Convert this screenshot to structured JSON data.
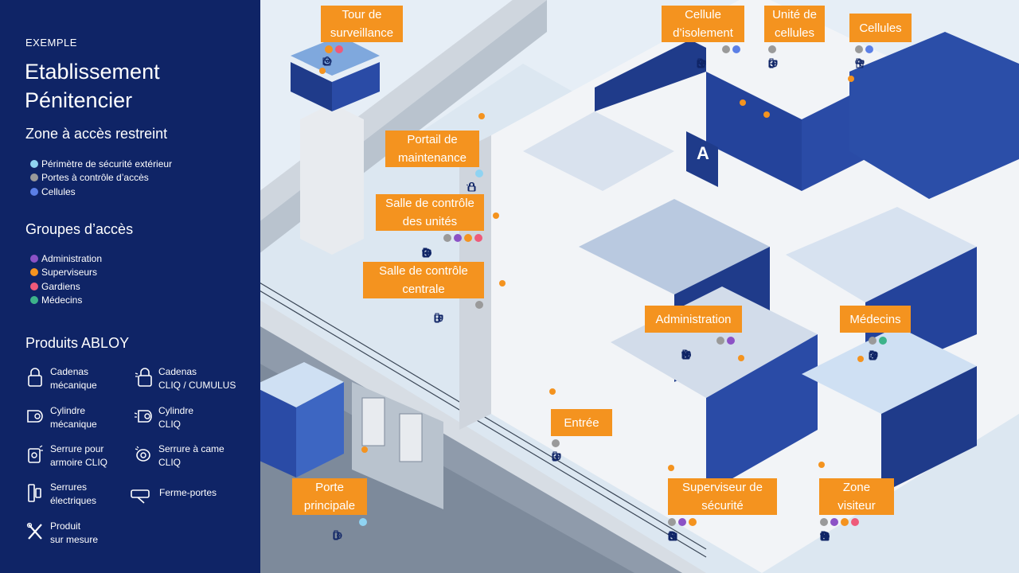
{
  "colors": {
    "sidebar_bg": "#0f2466",
    "label_bg": "#f4931f",
    "perimeter": "#8fd3f2",
    "access_doors": "#9a9a9a",
    "cells": "#5b7fe6",
    "administration": "#8c52c6",
    "supervisors": "#f4931f",
    "guards": "#ee5a7a",
    "doctors": "#3db38a"
  },
  "sidebar": {
    "eyebrow": "EXEMPLE",
    "title_line1": "Etablissement",
    "title_line2": "Pénitencier",
    "zone_title": "Zone à accès restreint",
    "zones": [
      {
        "label": "Périmètre de sécurité extérieur",
        "color": "#8fd3f2"
      },
      {
        "label": "Portes à contrôle d’accès",
        "color": "#9a9a9a"
      },
      {
        "label": "Cellules",
        "color": "#5b7fe6"
      }
    ],
    "groups_title": "Groupes d’accès",
    "groups": [
      {
        "label": "Administration",
        "color": "#8c52c6"
      },
      {
        "label": "Superviseurs",
        "color": "#f4931f"
      },
      {
        "label": "Gardiens",
        "color": "#ee5a7a"
      },
      {
        "label": "Médecins",
        "color": "#3db38a"
      }
    ],
    "products_title": "Produits ABLOY",
    "products": [
      {
        "line1": "Cadenas",
        "line2": "mécanique",
        "icon": "padlock-icon"
      },
      {
        "line1": "Cadenas",
        "line2": "CLIQ / CUMULUS",
        "icon": "cliq-padlock-icon"
      },
      {
        "line1": "Cylindre",
        "line2": "mécanique",
        "icon": "cylinder-icon"
      },
      {
        "line1": "Cylindre",
        "line2": "CLIQ",
        "icon": "cliq-cylinder-icon"
      },
      {
        "line1": "Serrure pour",
        "line2": "armoire CLIQ",
        "icon": "cabinet-lock-icon"
      },
      {
        "line1": "Serrure à came",
        "line2": "CLIQ",
        "icon": "cam-lock-icon"
      },
      {
        "line1": "Serrures",
        "line2": "électriques",
        "icon": "electric-lock-icon"
      },
      {
        "line1": "Ferme-portes",
        "line2": "",
        "icon": "door-closer-icon"
      },
      {
        "line1": "Produit",
        "line2": "sur mesure",
        "icon": "custom-product-icon"
      }
    ]
  },
  "zones": [
    {
      "id": "tour",
      "line1": "Tour de",
      "line2": "surveillance",
      "dots": [
        "#f4931f",
        "#ee5a7a"
      ],
      "icons": [
        "padlock",
        "cylinder",
        "cam-lock"
      ]
    },
    {
      "id": "portail",
      "line1": "Portail de",
      "line2": "maintenance",
      "dots": [
        "#8fd3f2"
      ],
      "icons": [
        "padlock",
        "cliq-padlock"
      ]
    },
    {
      "id": "salle-unites",
      "line1": "Salle de contrôle",
      "line2": "des unités",
      "dots": [
        "#9a9a9a",
        "#8c52c6",
        "#f4931f",
        "#ee5a7a"
      ],
      "icons": [
        "cylinder",
        "cliq-cylinder",
        "cam-lock",
        "cabinet-lock",
        "electric-lock",
        "door-closer"
      ]
    },
    {
      "id": "salle-centrale",
      "line1": "Salle de contrôle",
      "line2": "centrale",
      "dots": [
        "#9a9a9a"
      ],
      "icons": [
        "cylinder",
        "electric-lock",
        "door-closer"
      ]
    },
    {
      "id": "isolement",
      "line1": "Cellule",
      "line2": "d’isolement",
      "dots": [
        "#9a9a9a",
        "#5b7fe6"
      ],
      "icons": [
        "padlock",
        "cylinder",
        "cam-lock",
        "electric-lock",
        "door-closer"
      ]
    },
    {
      "id": "unite",
      "line1": "Unité de",
      "line2": "cellules",
      "dots": [
        "#9a9a9a"
      ],
      "icons": [
        "cylinder",
        "cam-lock",
        "electric-lock",
        "door-closer"
      ]
    },
    {
      "id": "cellules",
      "line1": "Cellules",
      "line2": "",
      "dots": [
        "#9a9a9a",
        "#5b7fe6"
      ],
      "icons": [
        "padlock",
        "electric-lock",
        "door-closer"
      ]
    },
    {
      "id": "administration",
      "line1": "Administration",
      "line2": "",
      "dots": [
        "#9a9a9a",
        "#8c52c6"
      ],
      "icons": [
        "padlock",
        "cylinder",
        "cam-lock",
        "electric-lock",
        "door-closer",
        "custom",
        "cylinder",
        "cliq-cylinder"
      ]
    },
    {
      "id": "medecins",
      "line1": "Médecins",
      "line2": "",
      "dots": [
        "#9a9a9a",
        "#3db38a"
      ],
      "icons": [
        "cylinder",
        "cam-lock",
        "cabinet-lock",
        "electric-lock",
        "door-closer",
        "custom"
      ]
    },
    {
      "id": "entree",
      "line1": "Entrée",
      "line2": "",
      "dots": [
        "#9a9a9a"
      ],
      "icons": [
        "cylinder",
        "cam-lock",
        "electric-lock",
        "door-closer"
      ]
    },
    {
      "id": "porte",
      "line1": "Porte",
      "line2": "principale",
      "dots": [
        "#8fd3f2"
      ],
      "icons": [
        "cylinder",
        "electric-lock"
      ]
    },
    {
      "id": "superviseur",
      "line1": "Superviseur de",
      "line2": "sécurité",
      "dots": [
        "#9a9a9a",
        "#8c52c6",
        "#f4931f"
      ],
      "icons": [
        "padlock",
        "cylinder",
        "cliq-padlock",
        "cam-lock",
        "cabinet-lock",
        "electric-lock",
        "door-closer"
      ]
    },
    {
      "id": "visiteur",
      "line1": "Zone",
      "line2": "visiteur",
      "dots": [
        "#9a9a9a",
        "#8c52c6",
        "#f4931f",
        "#ee5a7a"
      ],
      "icons": [
        "padlock",
        "cliq-padlock",
        "cylinder",
        "cliq-cylinder",
        "cam-lock",
        "cabinet-lock",
        "electric-lock",
        "door-closer",
        "custom"
      ]
    }
  ]
}
